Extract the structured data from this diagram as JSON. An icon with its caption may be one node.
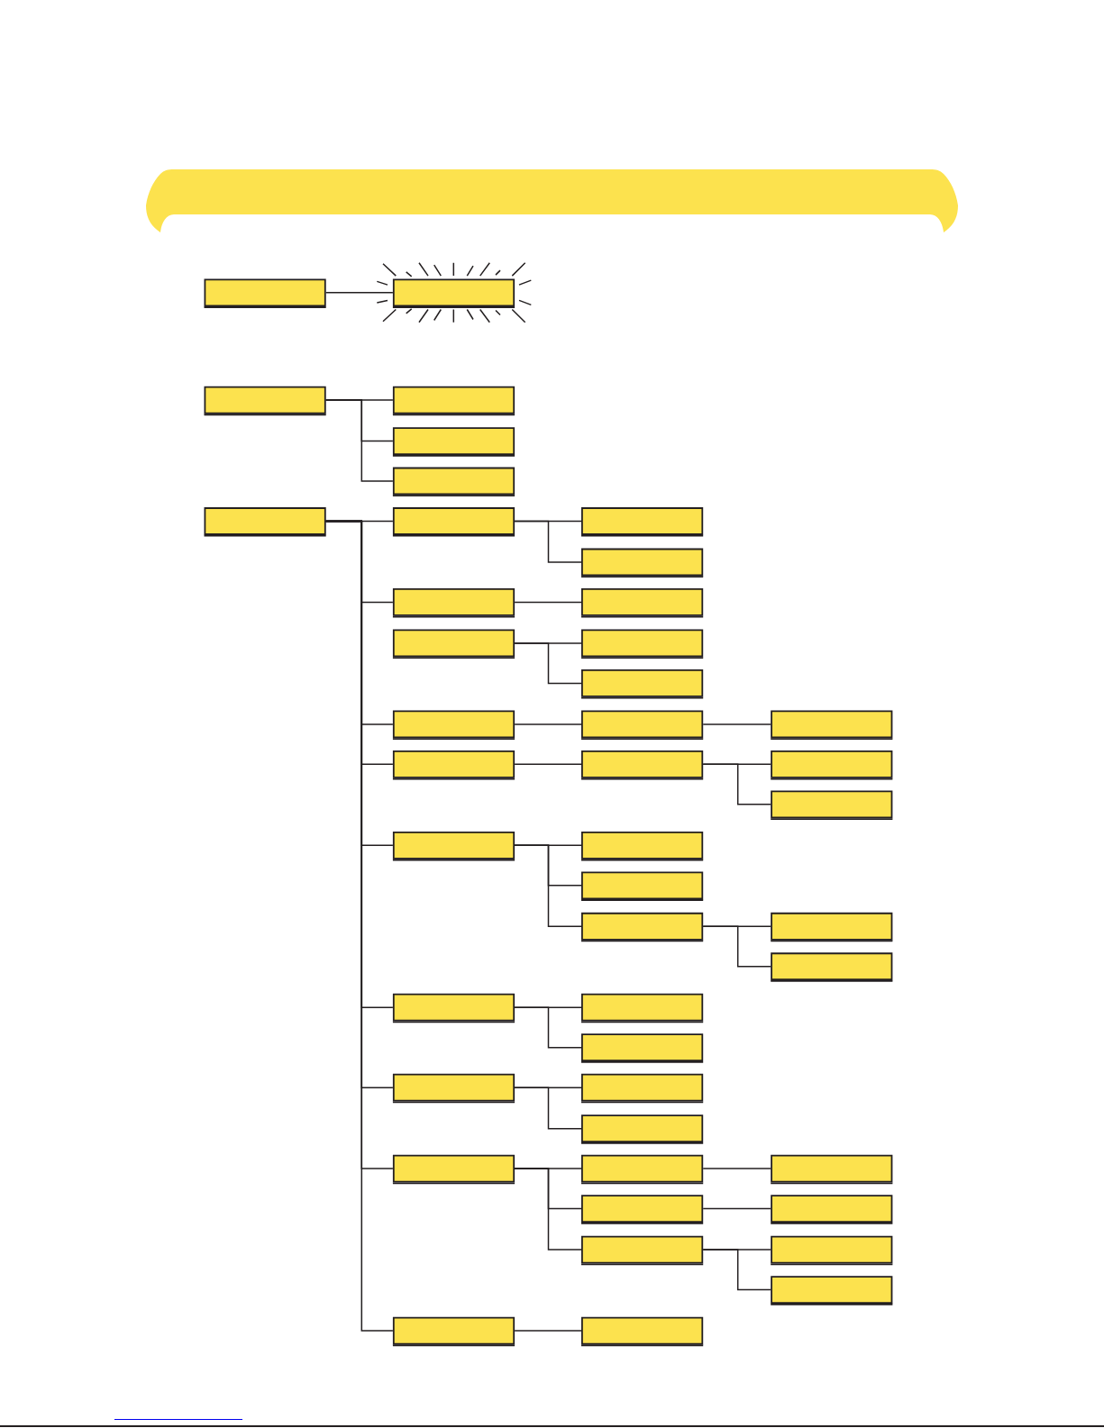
{
  "diagram": {
    "nodes": [
      {
        "text": [],
        "shape": "box"
      },
      {
        "text": [],
        "shape": "box"
      },
      {
        "text": [],
        "shape": "box"
      },
      {
        "text": [],
        "shape": "box"
      },
      {
        "text": [],
        "shape": "box"
      },
      {
        "text": [],
        "shape": "box"
      },
      {
        "text": [],
        "shape": "box"
      },
      {
        "text": [],
        "shape": "box"
      },
      {
        "text": [],
        "shape": "box"
      },
      {
        "text": [],
        "shape": "box"
      },
      {
        "text": [],
        "shape": "box"
      },
      {
        "text": [],
        "shape": "box"
      },
      {
        "text": [],
        "shape": "box"
      },
      {
        "text": [],
        "shape": "box"
      },
      {
        "text": [],
        "shape": "box"
      },
      {
        "text": [],
        "shape": "box"
      },
      {
        "text": [],
        "shape": "box"
      },
      {
        "text": [],
        "shape": "box"
      },
      {
        "text": [],
        "shape": "box"
      },
      {
        "text": [],
        "shape": "box"
      },
      {
        "text": [],
        "shape": "box"
      },
      {
        "text": [],
        "shape": "box"
      },
      {
        "text": [],
        "shape": "box"
      },
      {
        "text": [],
        "shape": "box"
      },
      {
        "text": [],
        "shape": "box"
      },
      {
        "text": [],
        "shape": "box"
      },
      {
        "text": [],
        "shape": "box"
      },
      {
        "text": [],
        "shape": "box"
      },
      {
        "text": [],
        "shape": "box"
      },
      {
        "text": [],
        "shape": "box"
      },
      {
        "text": [],
        "shape": "box"
      },
      {
        "text": [],
        "shape": "box"
      },
      {
        "text": [],
        "shape": "box"
      },
      {
        "text": [],
        "shape": "box"
      },
      {
        "text": [],
        "shape": "box"
      },
      {
        "text": [],
        "shape": "box"
      },
      {
        "text": [],
        "shape": "box"
      },
      {
        "text": [],
        "shape": "box"
      },
      {
        "text": [],
        "shape": "box"
      },
      {
        "text": [],
        "shape": "box"
      },
      {
        "text": [],
        "shape": "box"
      },
      {
        "text": [],
        "shape": "box"
      },
      {
        "text": [],
        "shape": "box"
      },
      {
        "text": [],
        "shape": "box"
      }
    ],
    "edges": [
      {
        "from": 0,
        "to": 1,
        "arrow": "none"
      },
      {
        "from": 2,
        "to": 3,
        "arrow": "none"
      },
      {
        "from": 2,
        "to": 4,
        "arrow": "none"
      },
      {
        "from": 2,
        "to": 5,
        "arrow": "none"
      },
      {
        "from": 6,
        "to": 7,
        "arrow": "none"
      },
      {
        "from": 6,
        "to": 10,
        "arrow": "none"
      },
      {
        "from": 6,
        "to": 15,
        "arrow": "none"
      },
      {
        "from": 6,
        "to": 18,
        "arrow": "none"
      },
      {
        "from": 6,
        "to": 22,
        "arrow": "none"
      },
      {
        "from": 6,
        "to": 28,
        "arrow": "none"
      },
      {
        "from": 6,
        "to": 31,
        "arrow": "none"
      },
      {
        "from": 6,
        "to": 34,
        "arrow": "none"
      },
      {
        "from": 6,
        "to": 42,
        "arrow": "none"
      },
      {
        "from": 7,
        "to": 8,
        "arrow": "none"
      },
      {
        "from": 7,
        "to": 9,
        "arrow": "none"
      },
      {
        "from": 10,
        "to": 11,
        "arrow": "none"
      },
      {
        "from": 12,
        "to": 13,
        "arrow": "none"
      },
      {
        "from": 12,
        "to": 14,
        "arrow": "none"
      },
      {
        "from": 15,
        "to": 16,
        "arrow": "none"
      },
      {
        "from": 16,
        "to": 17,
        "arrow": "none"
      },
      {
        "from": 18,
        "to": 19,
        "arrow": "none"
      },
      {
        "from": 19,
        "to": 20,
        "arrow": "none"
      },
      {
        "from": 19,
        "to": 21,
        "arrow": "none"
      },
      {
        "from": 22,
        "to": 23,
        "arrow": "none"
      },
      {
        "from": 22,
        "to": 24,
        "arrow": "none"
      },
      {
        "from": 22,
        "to": 25,
        "arrow": "none"
      },
      {
        "from": 25,
        "to": 26,
        "arrow": "none"
      },
      {
        "from": 25,
        "to": 27,
        "arrow": "none"
      },
      {
        "from": 28,
        "to": 29,
        "arrow": "none"
      },
      {
        "from": 28,
        "to": 30,
        "arrow": "none"
      },
      {
        "from": 31,
        "to": 32,
        "arrow": "none"
      },
      {
        "from": 31,
        "to": 33,
        "arrow": "none"
      },
      {
        "from": 34,
        "to": 35,
        "arrow": "none"
      },
      {
        "from": 34,
        "to": 37,
        "arrow": "none"
      },
      {
        "from": 34,
        "to": 39,
        "arrow": "none"
      },
      {
        "from": 35,
        "to": 36,
        "arrow": "none"
      },
      {
        "from": 37,
        "to": 38,
        "arrow": "none"
      },
      {
        "from": 39,
        "to": 40,
        "arrow": "none"
      },
      {
        "from": 39,
        "to": 41,
        "arrow": "none"
      },
      {
        "from": 42,
        "to": 43,
        "arrow": "none"
      }
    ]
  }
}
